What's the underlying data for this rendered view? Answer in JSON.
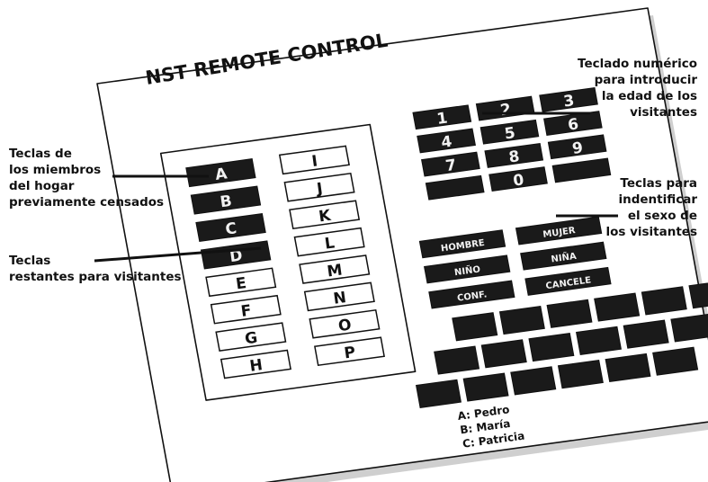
{
  "remote": {
    "title": "NST REMOTE CONTROL",
    "member_keys": [
      "A",
      "B",
      "C",
      "D"
    ],
    "visitor_keys_left": [
      "E",
      "F",
      "G",
      "H"
    ],
    "visitor_keys_right": [
      "I",
      "J",
      "K",
      "L",
      "M",
      "N",
      "O",
      "P"
    ],
    "number_keys": [
      "1",
      "2",
      "3",
      "4",
      "5",
      "6",
      "7",
      "8",
      "9",
      "",
      "0",
      ""
    ],
    "sex_keys": [
      "HOMBRE",
      "MUJER",
      "NIÑO",
      "NIÑA",
      "CONF.",
      "CANCELE"
    ],
    "legend": [
      "A: Pedro",
      "B: María",
      "C: Patricia"
    ]
  },
  "callouts": {
    "members": [
      "Teclas de",
      "los miembros",
      "del hogar",
      "previamente censados"
    ],
    "visitors": [
      "Teclas",
      "restantes para visitantes"
    ],
    "numeric": [
      "Teclado numérico",
      "para introducir",
      "la edad de los",
      "visitantes"
    ],
    "sex": [
      "Teclas para",
      "indentificar",
      "el sexo de",
      "los visitantes"
    ]
  },
  "colors": {
    "ink": "#111111",
    "key_dark": "#1a1a1a",
    "card": "#ffffff",
    "shadow": "#cfcfcf"
  }
}
